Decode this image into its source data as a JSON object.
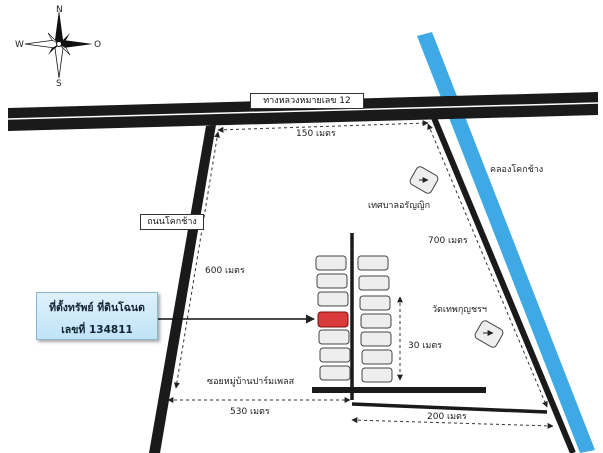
{
  "compass": {
    "n": "N",
    "s": "S",
    "e": "O",
    "w": "W"
  },
  "roads": {
    "highway": "ทางหลวงหมายเลข 12",
    "side_road": "ถนนโคกช้าง",
    "soi": "ซอยหมู่บ้านปาร์มเพลส"
  },
  "canal": "คลองโคกช้าง",
  "landmarks": {
    "municipality": "เทศบาลอรัญญิก",
    "temple": "วัดเทพกุญชรฯ"
  },
  "distances": {
    "top": "150 เมตร",
    "left": "600 เมตร",
    "right": "700 เมตร",
    "bottom_left": "530 เมตร",
    "bottom_right": "200 เมตร",
    "plot": "30 เมตร"
  },
  "property": {
    "line1": "ที่ตั้งทรัพย์ ที่ดินโฉนด",
    "line2": "เลขที่ 134811"
  },
  "colors": {
    "road": "#1a1a1a",
    "canal": "#3fa9e6",
    "property": "#d93a3a",
    "callout": "#cfeaf8"
  }
}
